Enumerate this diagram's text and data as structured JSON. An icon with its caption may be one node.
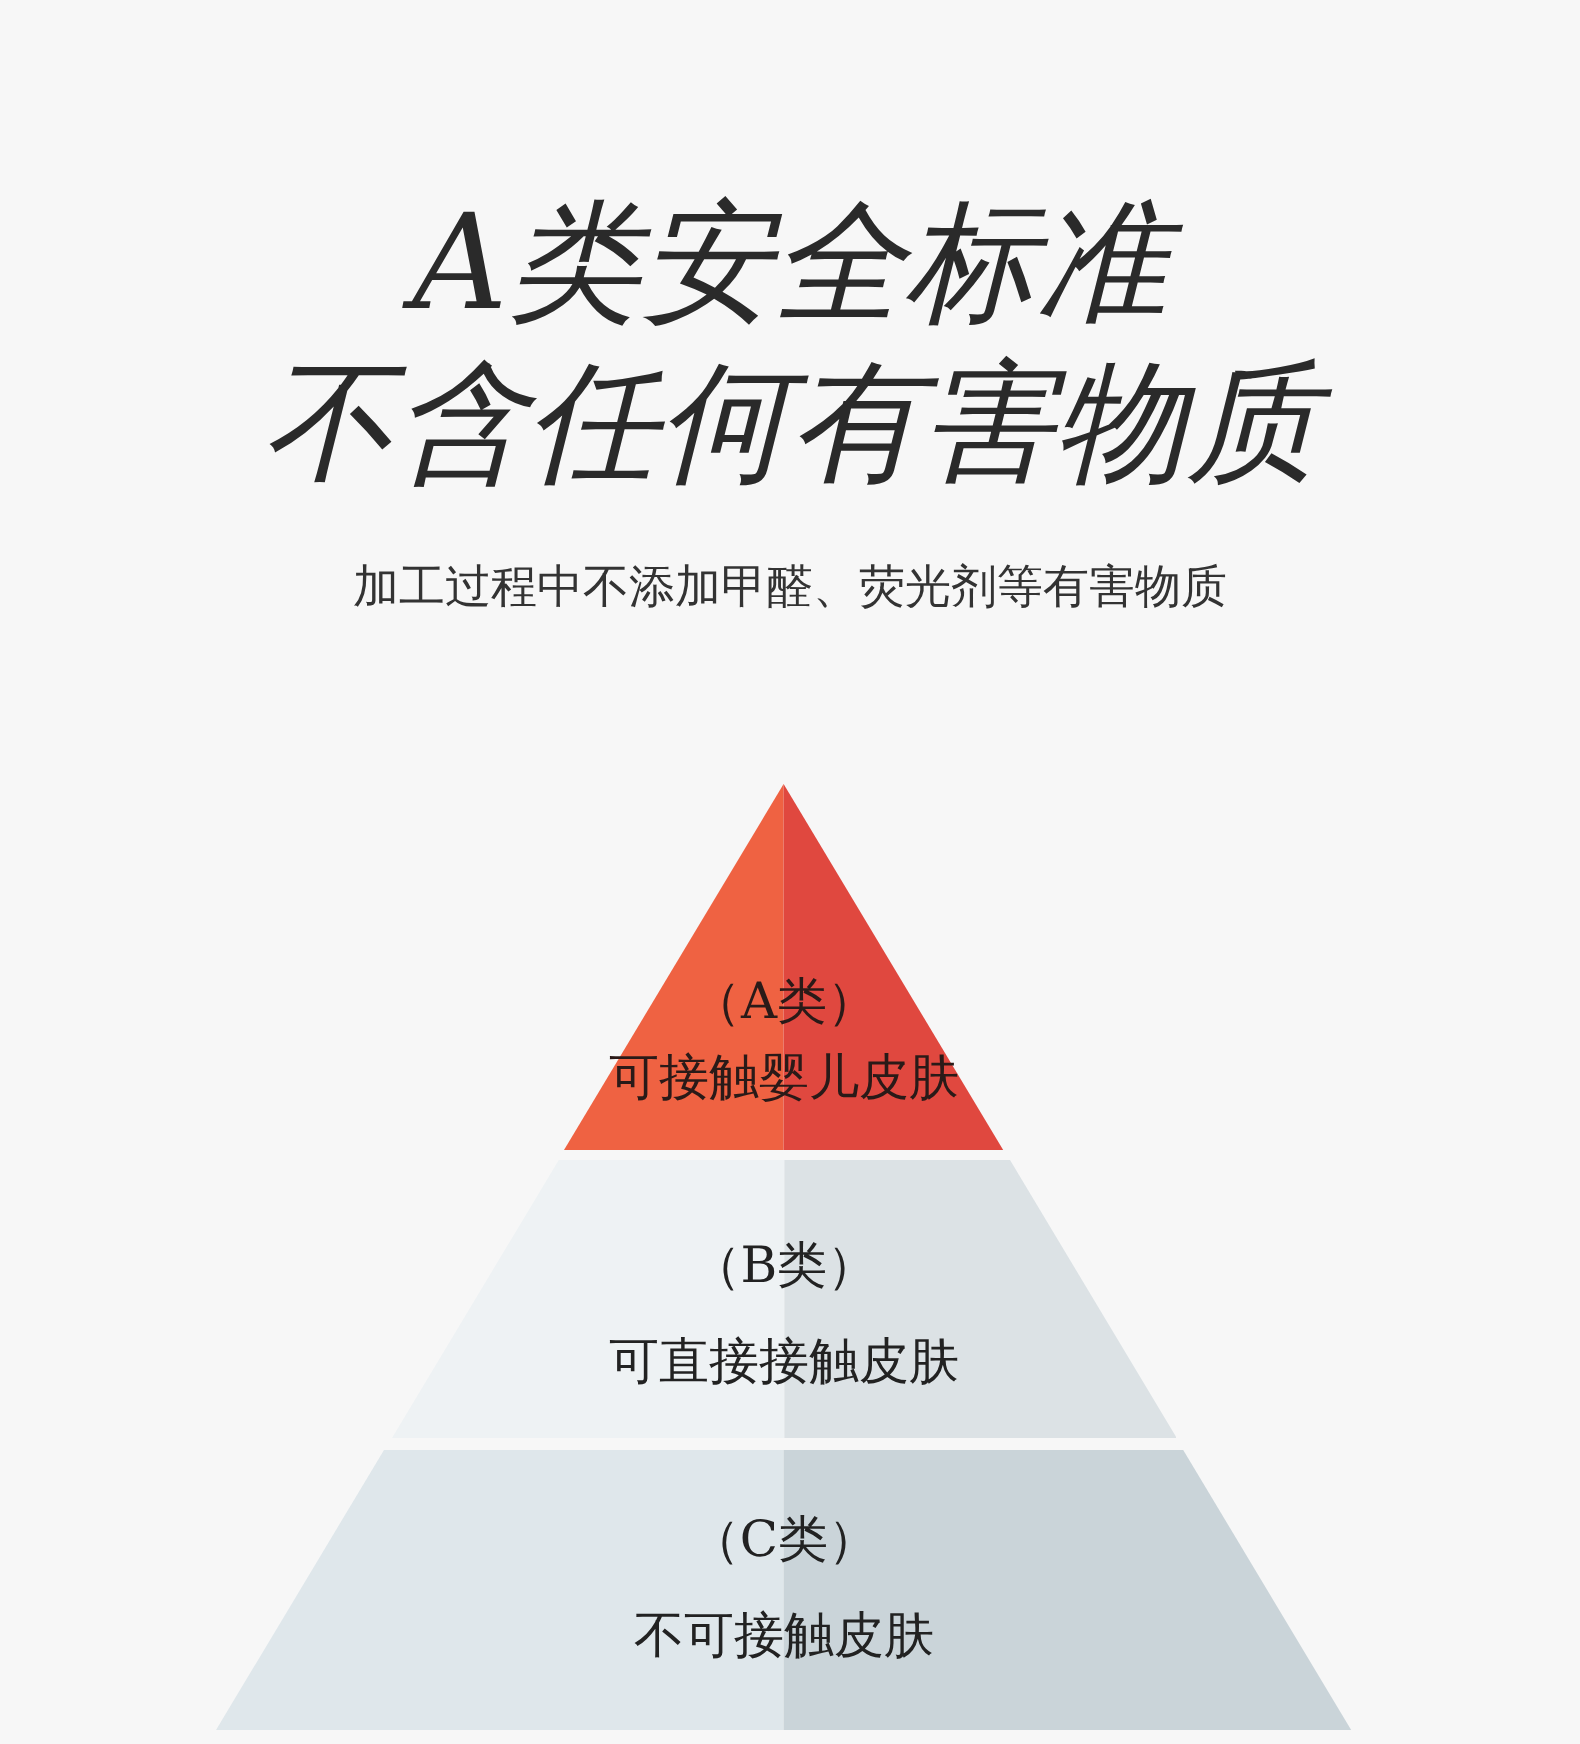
{
  "diagram": {
    "title": "A类安全标准",
    "nodes": [
      {
        "text": [
          "（A类）",
          "可接触婴儿皮肤"
        ]
      },
      {
        "text": [
          "（B类）",
          "可直接接触皮肤"
        ]
      },
      {
        "text": [
          "（C类）",
          "不可接触皮肤"
        ]
      }
    ],
    "labels": [
      "不含任何有害物质",
      "加工过程中不添加甲醛、荧光剂等有害物质"
    ]
  }
}
